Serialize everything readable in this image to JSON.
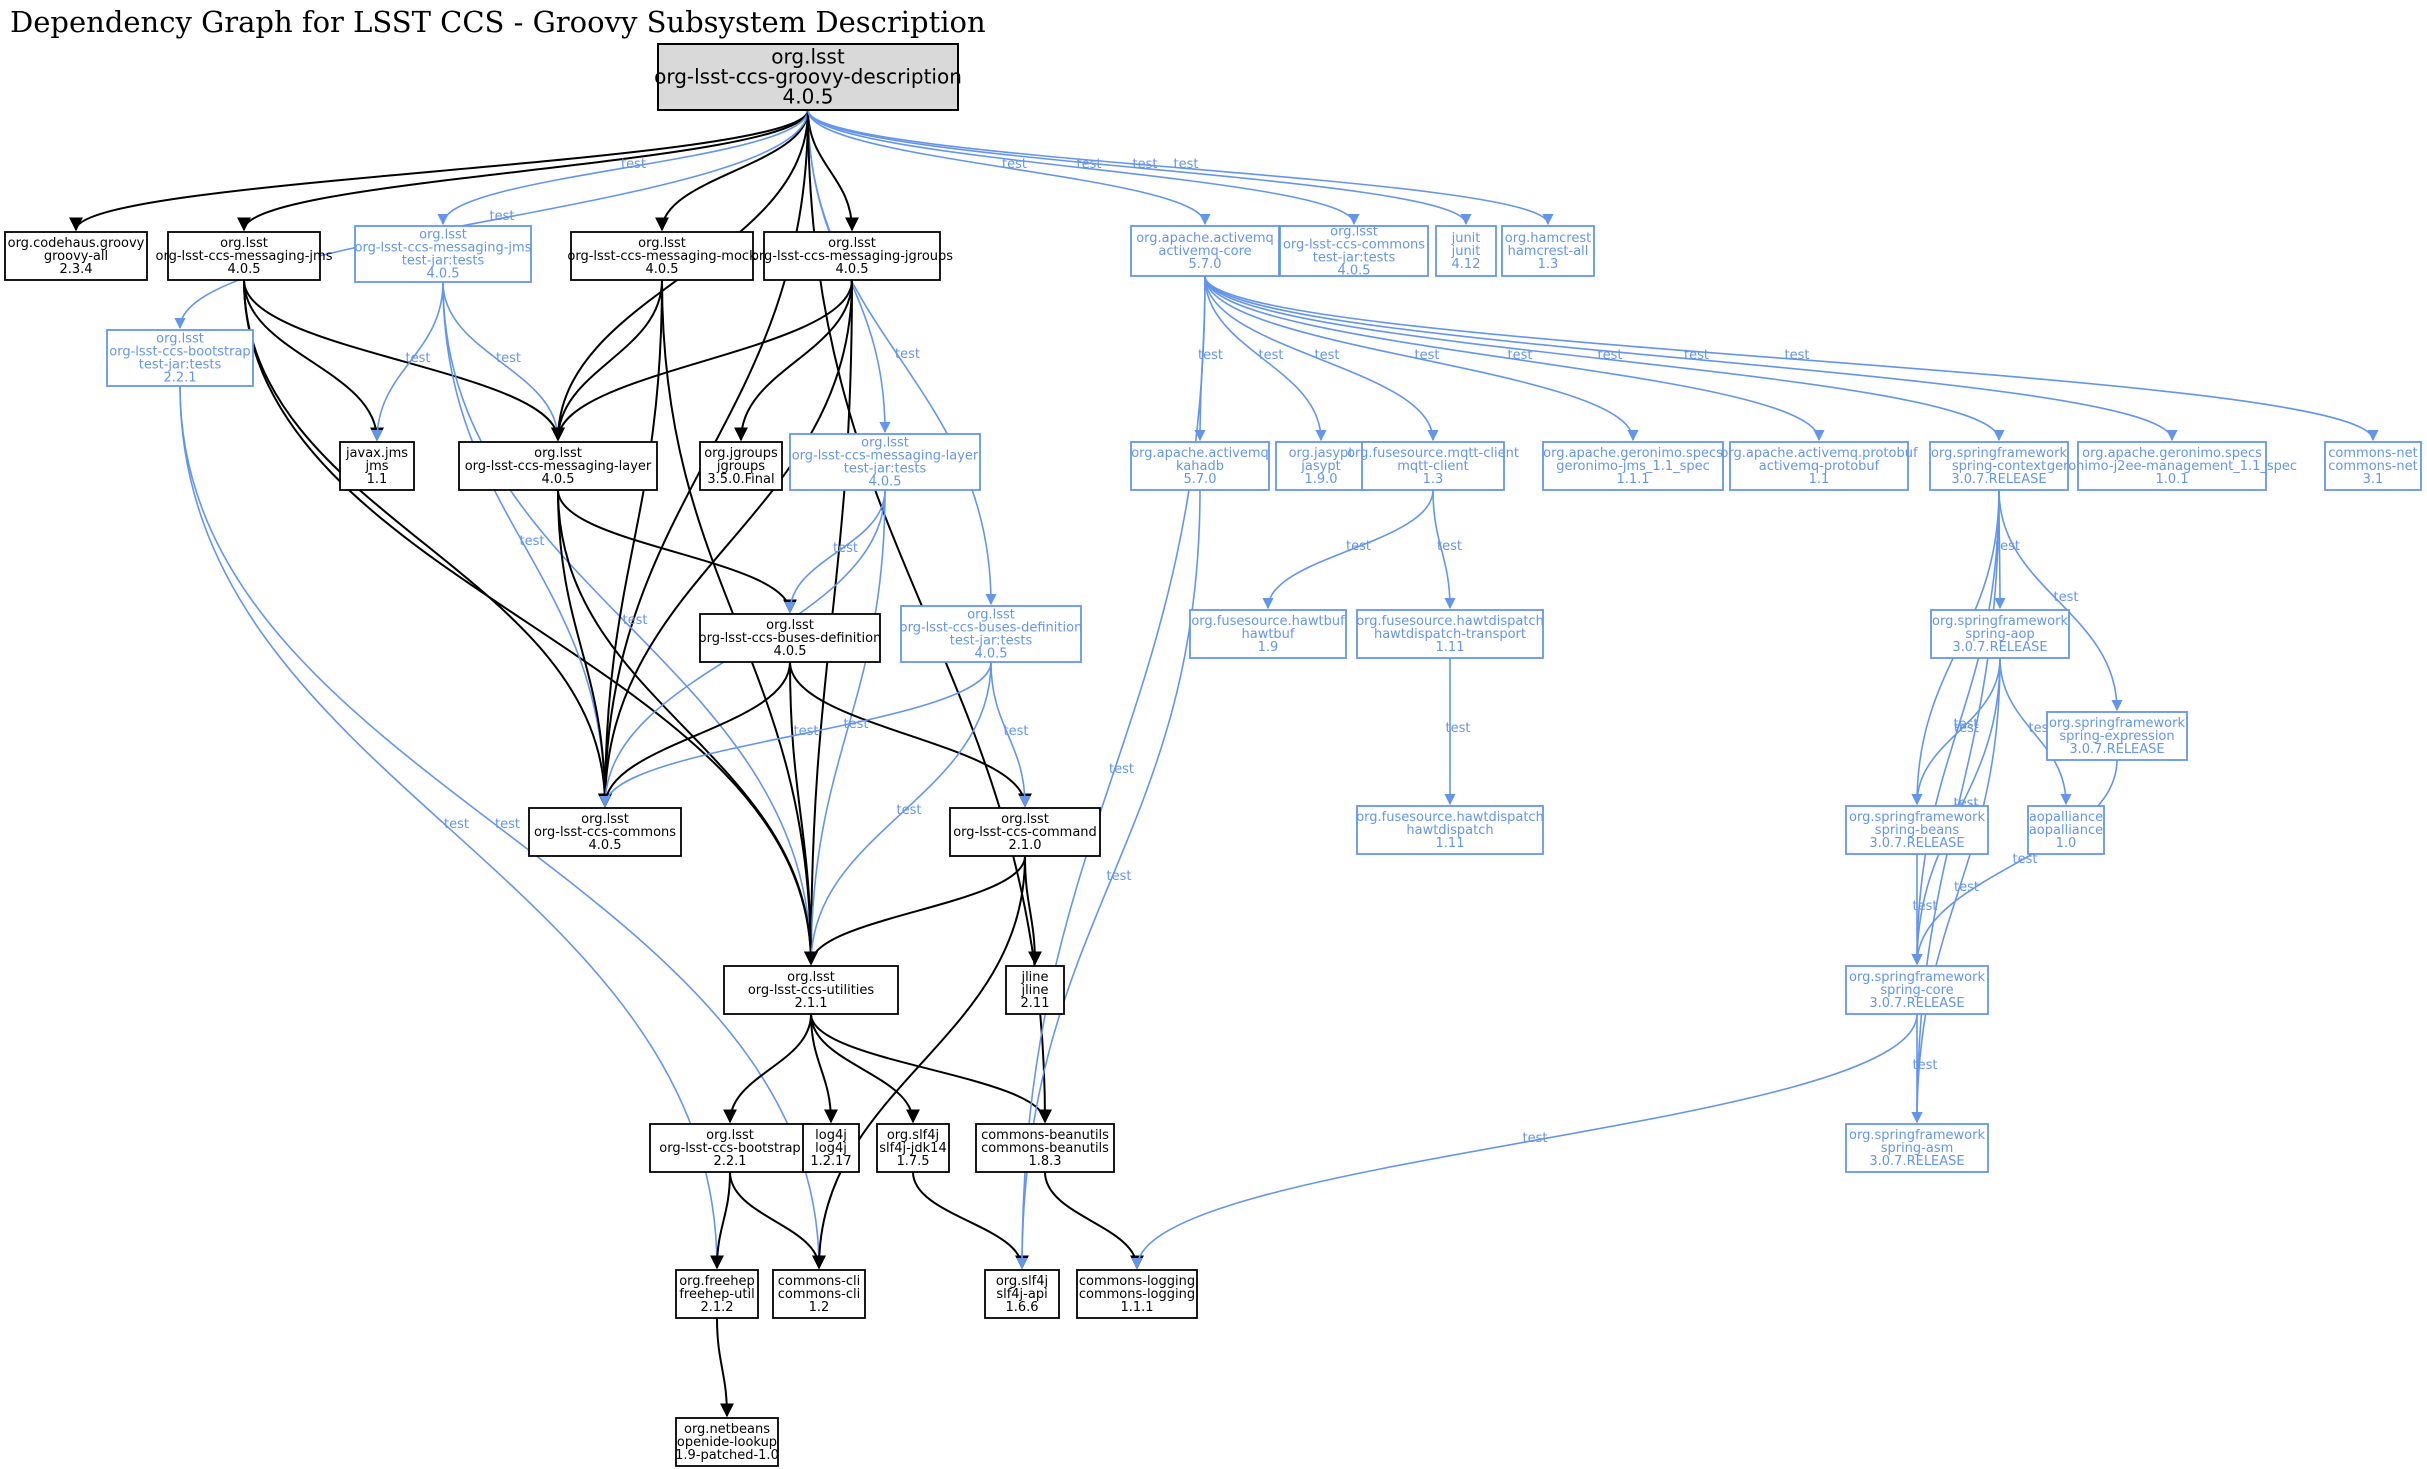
{
  "title": "Dependency Graph for LSST CCS - Groovy Subsystem Description",
  "edge_label": "test",
  "colors": {
    "compile": "#000000",
    "test": "#6495ed",
    "root_fill": "#d9d9d9"
  },
  "nodes": [
    {
      "id": "root",
      "kind": "root",
      "lines": [
        "org.lsst",
        "org-lsst-ccs-groovy-description",
        "4.0.5"
      ]
    },
    {
      "id": "groovy",
      "kind": "compile",
      "lines": [
        "org.codehaus.groovy",
        "groovy-all",
        "2.3.4"
      ]
    },
    {
      "id": "jms",
      "kind": "compile",
      "lines": [
        "org.lsst",
        "org-lsst-ccs-messaging-jms",
        "4.0.5"
      ]
    },
    {
      "id": "jmstest",
      "kind": "test",
      "lines": [
        "org.lsst",
        "org-lsst-ccs-messaging-jms",
        "test-jar:tests",
        "4.0.5"
      ]
    },
    {
      "id": "mock",
      "kind": "compile",
      "lines": [
        "org.lsst",
        "org-lsst-ccs-messaging-mock",
        "4.0.5"
      ]
    },
    {
      "id": "jgroupsmsg",
      "kind": "compile",
      "lines": [
        "org.lsst",
        "org-lsst-ccs-messaging-jgroups",
        "4.0.5"
      ]
    },
    {
      "id": "bootstraptest",
      "kind": "test",
      "lines": [
        "org.lsst",
        "org-lsst-ccs-bootstrap",
        "test-jar:tests",
        "2.2.1"
      ]
    },
    {
      "id": "javaxjms",
      "kind": "compile",
      "lines": [
        "javax.jms",
        "jms",
        "1.1"
      ]
    },
    {
      "id": "layer",
      "kind": "compile",
      "lines": [
        "org.lsst",
        "org-lsst-ccs-messaging-layer",
        "4.0.5"
      ]
    },
    {
      "id": "jgroups",
      "kind": "compile",
      "lines": [
        "org.jgroups",
        "jgroups",
        "3.5.0.Final"
      ]
    },
    {
      "id": "layertest",
      "kind": "test",
      "lines": [
        "org.lsst",
        "org-lsst-ccs-messaging-layer",
        "test-jar:tests",
        "4.0.5"
      ]
    },
    {
      "id": "buses",
      "kind": "compile",
      "lines": [
        "org.lsst",
        "org-lsst-ccs-buses-definition",
        "4.0.5"
      ]
    },
    {
      "id": "busestest",
      "kind": "test",
      "lines": [
        "org.lsst",
        "org-lsst-ccs-buses-definition",
        "test-jar:tests",
        "4.0.5"
      ]
    },
    {
      "id": "commons",
      "kind": "compile",
      "lines": [
        "org.lsst",
        "org-lsst-ccs-commons",
        "4.0.5"
      ]
    },
    {
      "id": "command",
      "kind": "compile",
      "lines": [
        "org.lsst",
        "org-lsst-ccs-command",
        "2.1.0"
      ]
    },
    {
      "id": "utilities",
      "kind": "compile",
      "lines": [
        "org.lsst",
        "org-lsst-ccs-utilities",
        "2.1.1"
      ]
    },
    {
      "id": "jline",
      "kind": "compile",
      "lines": [
        "jline",
        "jline",
        "2.11"
      ]
    },
    {
      "id": "bootstrap",
      "kind": "compile",
      "lines": [
        "org.lsst",
        "org-lsst-ccs-bootstrap",
        "2.2.1"
      ]
    },
    {
      "id": "log4j",
      "kind": "compile",
      "lines": [
        "log4j",
        "log4j",
        "1.2.17"
      ]
    },
    {
      "id": "slf4jjdk",
      "kind": "compile",
      "lines": [
        "org.slf4j",
        "slf4j-jdk14",
        "1.7.5"
      ]
    },
    {
      "id": "beanutils",
      "kind": "compile",
      "lines": [
        "commons-beanutils",
        "commons-beanutils",
        "1.8.3"
      ]
    },
    {
      "id": "freehep",
      "kind": "compile",
      "lines": [
        "org.freehep",
        "freehep-util",
        "2.1.2"
      ]
    },
    {
      "id": "cli",
      "kind": "compile",
      "lines": [
        "commons-cli",
        "commons-cli",
        "1.2"
      ]
    },
    {
      "id": "slf4japi",
      "kind": "compile",
      "lines": [
        "org.slf4j",
        "slf4j-api",
        "1.6.6"
      ]
    },
    {
      "id": "logging",
      "kind": "compile",
      "lines": [
        "commons-logging",
        "commons-logging",
        "1.1.1"
      ]
    },
    {
      "id": "openide",
      "kind": "compile",
      "lines": [
        "org.netbeans",
        "openide-lookup",
        "1.9-patched-1.0"
      ]
    },
    {
      "id": "amqcore",
      "kind": "test",
      "lines": [
        "org.apache.activemq",
        "activemq-core",
        "5.7.0"
      ]
    },
    {
      "id": "commonstest",
      "kind": "test",
      "lines": [
        "org.lsst",
        "org-lsst-ccs-commons",
        "test-jar:tests",
        "4.0.5"
      ]
    },
    {
      "id": "junit",
      "kind": "test",
      "lines": [
        "junit",
        "junit",
        "4.12"
      ]
    },
    {
      "id": "hamcrest",
      "kind": "test",
      "lines": [
        "org.hamcrest",
        "hamcrest-all",
        "1.3"
      ]
    },
    {
      "id": "kahadb",
      "kind": "test",
      "lines": [
        "org.apache.activemq",
        "kahadb",
        "5.7.0"
      ]
    },
    {
      "id": "jasypt",
      "kind": "test",
      "lines": [
        "org.jasypt",
        "jasypt",
        "1.9.0"
      ]
    },
    {
      "id": "mqtt",
      "kind": "test",
      "lines": [
        "org.fusesource.mqtt-client",
        "mqtt-client",
        "1.3"
      ]
    },
    {
      "id": "geronimojms",
      "kind": "test",
      "lines": [
        "org.apache.geronimo.specs",
        "geronimo-jms_1.1_spec",
        "1.1.1"
      ]
    },
    {
      "id": "amqproto",
      "kind": "test",
      "lines": [
        "org.apache.activemq.protobuf",
        "activemq-protobuf",
        "1.1"
      ]
    },
    {
      "id": "springctx",
      "kind": "test",
      "lines": [
        "org.springframework",
        "spring-context",
        "3.0.7.RELEASE"
      ]
    },
    {
      "id": "geronimoj2ee",
      "kind": "test",
      "lines": [
        "org.apache.geronimo.specs",
        "geronimo-j2ee-management_1.1_spec",
        "1.0.1"
      ]
    },
    {
      "id": "commonsnet",
      "kind": "test",
      "lines": [
        "commons-net",
        "commons-net",
        "3.1"
      ]
    },
    {
      "id": "hawtbuf",
      "kind": "test",
      "lines": [
        "org.fusesource.hawtbuf",
        "hawtbuf",
        "1.9"
      ]
    },
    {
      "id": "hawttransport",
      "kind": "test",
      "lines": [
        "org.fusesource.hawtdispatch",
        "hawtdispatch-transport",
        "1.11"
      ]
    },
    {
      "id": "hawtdispatch",
      "kind": "test",
      "lines": [
        "org.fusesource.hawtdispatch",
        "hawtdispatch",
        "1.11"
      ]
    },
    {
      "id": "springaop",
      "kind": "test",
      "lines": [
        "org.springframework",
        "spring-aop",
        "3.0.7.RELEASE"
      ]
    },
    {
      "id": "springexpr",
      "kind": "test",
      "lines": [
        "org.springframework",
        "spring-expression",
        "3.0.7.RELEASE"
      ]
    },
    {
      "id": "springbeans",
      "kind": "test",
      "lines": [
        "org.springframework",
        "spring-beans",
        "3.0.7.RELEASE"
      ]
    },
    {
      "id": "aopalliance",
      "kind": "test",
      "lines": [
        "aopalliance",
        "aopalliance",
        "1.0"
      ]
    },
    {
      "id": "springcore",
      "kind": "test",
      "lines": [
        "org.springframework",
        "spring-core",
        "3.0.7.RELEASE"
      ]
    },
    {
      "id": "springasm",
      "kind": "test",
      "lines": [
        "org.springframework",
        "spring-asm",
        "3.0.7.RELEASE"
      ]
    }
  ],
  "edges": [
    {
      "from": "root",
      "to": "groovy",
      "kind": "compile"
    },
    {
      "from": "root",
      "to": "jms",
      "kind": "compile"
    },
    {
      "from": "root",
      "to": "jmstest",
      "kind": "test"
    },
    {
      "from": "root",
      "to": "mock",
      "kind": "compile"
    },
    {
      "from": "root",
      "to": "jgroupsmsg",
      "kind": "compile"
    },
    {
      "from": "root",
      "to": "bootstraptest",
      "kind": "test"
    },
    {
      "from": "root",
      "to": "layer",
      "kind": "compile"
    },
    {
      "from": "root",
      "to": "commons",
      "kind": "compile"
    },
    {
      "from": "root",
      "to": "layertest",
      "kind": "test"
    },
    {
      "from": "root",
      "to": "busestest",
      "kind": "test"
    },
    {
      "from": "root",
      "to": "beanutils",
      "kind": "compile"
    },
    {
      "from": "root",
      "to": "amqcore",
      "kind": "test"
    },
    {
      "from": "root",
      "to": "commonstest",
      "kind": "test"
    },
    {
      "from": "root",
      "to": "junit",
      "kind": "test"
    },
    {
      "from": "root",
      "to": "hamcrest",
      "kind": "test"
    },
    {
      "from": "jms",
      "to": "javaxjms",
      "kind": "compile"
    },
    {
      "from": "jms",
      "to": "layer",
      "kind": "compile"
    },
    {
      "from": "jms",
      "to": "commons",
      "kind": "compile"
    },
    {
      "from": "jms",
      "to": "utilities",
      "kind": "compile"
    },
    {
      "from": "jmstest",
      "to": "javaxjms",
      "kind": "test"
    },
    {
      "from": "jmstest",
      "to": "layer",
      "kind": "test"
    },
    {
      "from": "jmstest",
      "to": "commons",
      "kind": "test"
    },
    {
      "from": "jmstest",
      "to": "utilities",
      "kind": "test"
    },
    {
      "from": "mock",
      "to": "layer",
      "kind": "compile"
    },
    {
      "from": "mock",
      "to": "commons",
      "kind": "compile"
    },
    {
      "from": "mock",
      "to": "utilities",
      "kind": "compile"
    },
    {
      "from": "jgroupsmsg",
      "to": "layer",
      "kind": "compile"
    },
    {
      "from": "jgroupsmsg",
      "to": "jgroups",
      "kind": "compile"
    },
    {
      "from": "jgroupsmsg",
      "to": "commons",
      "kind": "compile"
    },
    {
      "from": "jgroupsmsg",
      "to": "utilities",
      "kind": "compile"
    },
    {
      "from": "bootstraptest",
      "to": "freehep",
      "kind": "test"
    },
    {
      "from": "bootstraptest",
      "to": "cli",
      "kind": "test"
    },
    {
      "from": "layer",
      "to": "buses",
      "kind": "compile"
    },
    {
      "from": "layer",
      "to": "commons",
      "kind": "compile"
    },
    {
      "from": "layer",
      "to": "utilities",
      "kind": "compile"
    },
    {
      "from": "layertest",
      "to": "buses",
      "kind": "test"
    },
    {
      "from": "layertest",
      "to": "commons",
      "kind": "test"
    },
    {
      "from": "layertest",
      "to": "utilities",
      "kind": "test"
    },
    {
      "from": "buses",
      "to": "commons",
      "kind": "compile"
    },
    {
      "from": "buses",
      "to": "command",
      "kind": "compile"
    },
    {
      "from": "buses",
      "to": "utilities",
      "kind": "compile"
    },
    {
      "from": "busestest",
      "to": "commons",
      "kind": "test"
    },
    {
      "from": "busestest",
      "to": "command",
      "kind": "test"
    },
    {
      "from": "busestest",
      "to": "utilities",
      "kind": "test"
    },
    {
      "from": "command",
      "to": "utilities",
      "kind": "compile"
    },
    {
      "from": "command",
      "to": "jline",
      "kind": "compile"
    },
    {
      "from": "command",
      "to": "cli",
      "kind": "compile"
    },
    {
      "from": "utilities",
      "to": "bootstrap",
      "kind": "compile"
    },
    {
      "from": "utilities",
      "to": "log4j",
      "kind": "compile"
    },
    {
      "from": "utilities",
      "to": "slf4jjdk",
      "kind": "compile"
    },
    {
      "from": "utilities",
      "to": "beanutils",
      "kind": "compile"
    },
    {
      "from": "bootstrap",
      "to": "freehep",
      "kind": "compile"
    },
    {
      "from": "bootstrap",
      "to": "cli",
      "kind": "compile"
    },
    {
      "from": "slf4jjdk",
      "to": "slf4japi",
      "kind": "compile"
    },
    {
      "from": "beanutils",
      "to": "logging",
      "kind": "compile"
    },
    {
      "from": "freehep",
      "to": "openide",
      "kind": "compile"
    },
    {
      "from": "amqcore",
      "to": "kahadb",
      "kind": "test"
    },
    {
      "from": "amqcore",
      "to": "jasypt",
      "kind": "test"
    },
    {
      "from": "amqcore",
      "to": "mqtt",
      "kind": "test"
    },
    {
      "from": "amqcore",
      "to": "geronimojms",
      "kind": "test"
    },
    {
      "from": "amqcore",
      "to": "amqproto",
      "kind": "test"
    },
    {
      "from": "amqcore",
      "to": "springctx",
      "kind": "test"
    },
    {
      "from": "amqcore",
      "to": "geronimoj2ee",
      "kind": "test"
    },
    {
      "from": "amqcore",
      "to": "commonsnet",
      "kind": "test"
    },
    {
      "from": "amqcore",
      "to": "slf4japi",
      "kind": "test"
    },
    {
      "from": "kahadb",
      "to": "slf4japi",
      "kind": "test"
    },
    {
      "from": "mqtt",
      "to": "hawtbuf",
      "kind": "test"
    },
    {
      "from": "mqtt",
      "to": "hawttransport",
      "kind": "test"
    },
    {
      "from": "hawttransport",
      "to": "hawtdispatch",
      "kind": "test"
    },
    {
      "from": "springctx",
      "to": "springaop",
      "kind": "test"
    },
    {
      "from": "springctx",
      "to": "springexpr",
      "kind": "test"
    },
    {
      "from": "springctx",
      "to": "springbeans",
      "kind": "test"
    },
    {
      "from": "springctx",
      "to": "springcore",
      "kind": "test"
    },
    {
      "from": "springctx",
      "to": "springasm",
      "kind": "test"
    },
    {
      "from": "springaop",
      "to": "springbeans",
      "kind": "test"
    },
    {
      "from": "springaop",
      "to": "aopalliance",
      "kind": "test"
    },
    {
      "from": "springaop",
      "to": "springcore",
      "kind": "test"
    },
    {
      "from": "springaop",
      "to": "springasm",
      "kind": "test"
    },
    {
      "from": "springexpr",
      "to": "springcore",
      "kind": "test"
    },
    {
      "from": "springbeans",
      "to": "springcore",
      "kind": "test"
    },
    {
      "from": "springcore",
      "to": "springasm",
      "kind": "test"
    },
    {
      "from": "springcore",
      "to": "logging",
      "kind": "test"
    }
  ]
}
